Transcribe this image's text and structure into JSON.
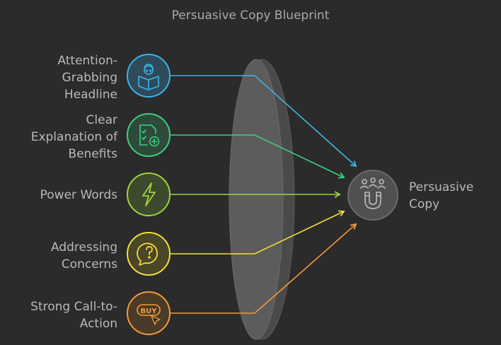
{
  "title": "Persuasive Copy Blueprint",
  "inputs": [
    {
      "lines": [
        "Attention-",
        "Grabbing",
        "Headline"
      ],
      "icon": "reader-icon",
      "color": "#3bb5e8"
    },
    {
      "lines": [
        "Clear",
        "Explanation of",
        "Benefits"
      ],
      "icon": "document-plus-icon",
      "color": "#3ecf7e"
    },
    {
      "lines": [
        "Power Words"
      ],
      "icon": "lightning-icon",
      "color": "#9fd43c"
    },
    {
      "lines": [
        "Addressing",
        "Concerns"
      ],
      "icon": "question-bubble-icon",
      "color": "#f4df3a"
    },
    {
      "lines": [
        "Strong Call-to-",
        "Action"
      ],
      "icon": "buy-click-icon",
      "color": "#f39a3a"
    }
  ],
  "output": {
    "lines": [
      "Persuasive",
      "Copy"
    ],
    "icon": "magnet-people-icon",
    "color": "#7a7a7a"
  }
}
